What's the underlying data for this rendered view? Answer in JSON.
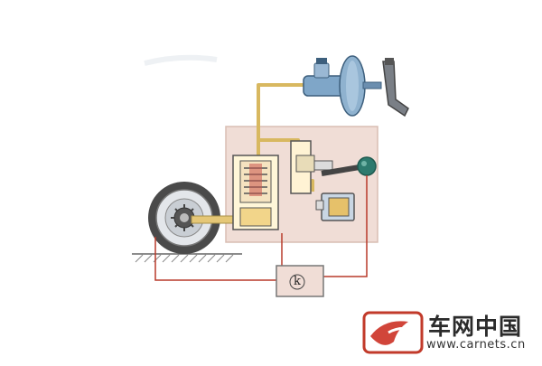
{
  "diagram": {
    "controller_label": "k",
    "colors": {
      "brake_fluid": "#d8b860",
      "signal_wire": "#b83a2a",
      "valve_housing": "#f0ddd6",
      "master_cylinder": "#7fa6c8",
      "accumulator": "#2d7a6e",
      "tire": "#4a4a4a"
    },
    "icons": [
      "brake-pedal-icon",
      "master-cylinder-icon",
      "wheel-icon",
      "ecu-icon",
      "pump-motor-icon",
      "accumulator-icon"
    ]
  },
  "watermark": {
    "title": "车网中国",
    "url": "www.carnets.cn"
  }
}
